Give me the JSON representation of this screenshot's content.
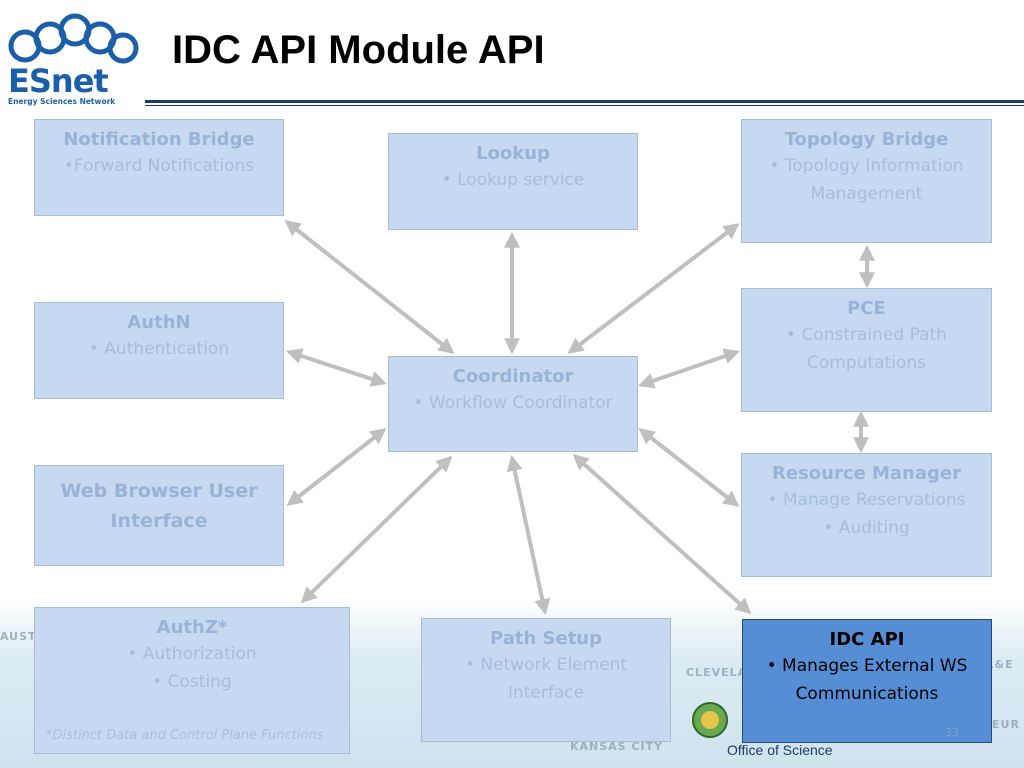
{
  "slide": {
    "title": "IDC API Module API",
    "logo": {
      "name": "ESnet",
      "subtitle": "Energy Sciences Network"
    },
    "footnote": "*Distinct Data and Control Plane Functions",
    "page_number": "33",
    "sponsor": "Office of Science"
  },
  "boxes": {
    "notification": {
      "title": "Notification Bridge",
      "lines": [
        "•Forward Notifications"
      ]
    },
    "lookup": {
      "title": "Lookup",
      "lines": [
        "• Lookup service"
      ]
    },
    "topology": {
      "title": "Topology Bridge",
      "lines": [
        "• Topology Information",
        "Management"
      ]
    },
    "authn": {
      "title": "AuthN",
      "lines": [
        "• Authentication"
      ]
    },
    "coordinator": {
      "title": "Coordinator",
      "lines": [
        "• Workflow Coordinator"
      ]
    },
    "pce": {
      "title": "PCE",
      "lines": [
        "• Constrained Path",
        "Computations"
      ]
    },
    "webui": {
      "title": "Web Browser User",
      "title2": "Interface"
    },
    "resource": {
      "title": "Resource Manager",
      "lines": [
        "• Manage Reservations",
        "• Auditing"
      ]
    },
    "authz": {
      "title": "AuthZ*",
      "lines": [
        "• Authorization",
        "• Costing"
      ]
    },
    "pathsetup": {
      "title": "Path Setup",
      "lines": [
        "• Network Element",
        "Interface"
      ]
    },
    "idcapi": {
      "title": "IDC API",
      "lines": [
        "• Manages External WS",
        "Communications"
      ]
    }
  },
  "colors": {
    "box_fill": "#c6d9f1",
    "active_fill": "#558ed5",
    "arrow": "#bfbfbf",
    "rule": "#1b3a6b"
  }
}
